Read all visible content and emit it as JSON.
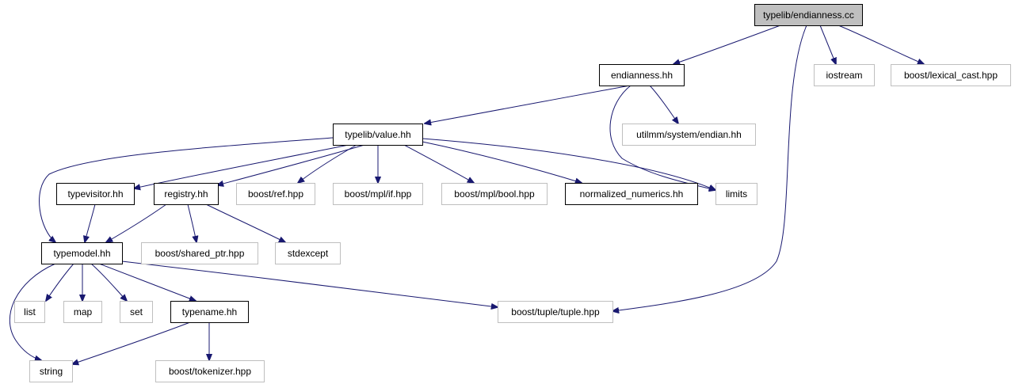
{
  "colors": {
    "root_fill": "#bfbfbf",
    "node_fill": "#ffffff",
    "internal_border": "#000000",
    "external_border": "#bfbfbf",
    "edge": "#191970"
  },
  "nodes": [
    {
      "id": "root",
      "label": "typelib/endianness.cc",
      "kind": "root"
    },
    {
      "id": "endianness_hh",
      "label": "endianness.hh",
      "kind": "internal"
    },
    {
      "id": "iostream",
      "label": "iostream",
      "kind": "external"
    },
    {
      "id": "lexical_cast",
      "label": "boost/lexical_cast.hpp",
      "kind": "external"
    },
    {
      "id": "value_hh",
      "label": "typelib/value.hh",
      "kind": "internal"
    },
    {
      "id": "utilmm_endian",
      "label": "utilmm/system/endian.hh",
      "kind": "external"
    },
    {
      "id": "typevisitor_hh",
      "label": "typevisitor.hh",
      "kind": "internal"
    },
    {
      "id": "registry_hh",
      "label": "registry.hh",
      "kind": "internal"
    },
    {
      "id": "boost_ref",
      "label": "boost/ref.hpp",
      "kind": "external"
    },
    {
      "id": "mpl_if",
      "label": "boost/mpl/if.hpp",
      "kind": "external"
    },
    {
      "id": "mpl_bool",
      "label": "boost/mpl/bool.hpp",
      "kind": "external"
    },
    {
      "id": "normalized_numerics",
      "label": "normalized_numerics.hh",
      "kind": "internal"
    },
    {
      "id": "limits",
      "label": "limits",
      "kind": "external"
    },
    {
      "id": "typemodel_hh",
      "label": "typemodel.hh",
      "kind": "internal"
    },
    {
      "id": "shared_ptr",
      "label": "boost/shared_ptr.hpp",
      "kind": "external"
    },
    {
      "id": "stdexcept",
      "label": "stdexcept",
      "kind": "external"
    },
    {
      "id": "list",
      "label": "list",
      "kind": "external"
    },
    {
      "id": "map",
      "label": "map",
      "kind": "external"
    },
    {
      "id": "set",
      "label": "set",
      "kind": "external"
    },
    {
      "id": "typename_hh",
      "label": "typename.hh",
      "kind": "internal"
    },
    {
      "id": "tuple",
      "label": "boost/tuple/tuple.hpp",
      "kind": "external"
    },
    {
      "id": "string",
      "label": "string",
      "kind": "external"
    },
    {
      "id": "tokenizer",
      "label": "boost/tokenizer.hpp",
      "kind": "external"
    }
  ],
  "edges": [
    {
      "from": "root",
      "to": "endianness_hh"
    },
    {
      "from": "root",
      "to": "iostream"
    },
    {
      "from": "root",
      "to": "lexical_cast"
    },
    {
      "from": "root",
      "to": "tuple"
    },
    {
      "from": "endianness_hh",
      "to": "value_hh"
    },
    {
      "from": "endianness_hh",
      "to": "utilmm_endian"
    },
    {
      "from": "endianness_hh",
      "to": "limits"
    },
    {
      "from": "value_hh",
      "to": "typevisitor_hh"
    },
    {
      "from": "value_hh",
      "to": "registry_hh"
    },
    {
      "from": "value_hh",
      "to": "boost_ref"
    },
    {
      "from": "value_hh",
      "to": "mpl_if"
    },
    {
      "from": "value_hh",
      "to": "mpl_bool"
    },
    {
      "from": "value_hh",
      "to": "normalized_numerics"
    },
    {
      "from": "value_hh",
      "to": "limits"
    },
    {
      "from": "value_hh",
      "to": "typemodel_hh"
    },
    {
      "from": "typevisitor_hh",
      "to": "typemodel_hh"
    },
    {
      "from": "registry_hh",
      "to": "typemodel_hh"
    },
    {
      "from": "registry_hh",
      "to": "shared_ptr"
    },
    {
      "from": "registry_hh",
      "to": "stdexcept"
    },
    {
      "from": "typemodel_hh",
      "to": "list"
    },
    {
      "from": "typemodel_hh",
      "to": "map"
    },
    {
      "from": "typemodel_hh",
      "to": "set"
    },
    {
      "from": "typemodel_hh",
      "to": "typename_hh"
    },
    {
      "from": "typemodel_hh",
      "to": "tuple"
    },
    {
      "from": "typemodel_hh",
      "to": "string"
    },
    {
      "from": "typename_hh",
      "to": "string"
    },
    {
      "from": "typename_hh",
      "to": "tokenizer"
    }
  ]
}
